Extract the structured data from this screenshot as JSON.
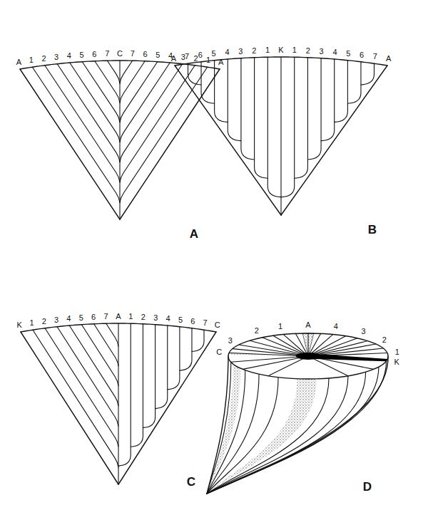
{
  "diagram": {
    "labels": [
      "A",
      "1",
      "2",
      "3",
      "4",
      "5",
      "6",
      "7",
      "C",
      "7",
      "6",
      "5",
      "4",
      "3",
      "2",
      "1",
      "A",
      "A",
      "A",
      "7",
      "6",
      "5",
      "4",
      "3",
      "2",
      "1",
      "K",
      "1",
      "2",
      "3",
      "4",
      "5",
      "6",
      "7",
      "A",
      "B",
      "K",
      "1",
      "2",
      "3",
      "4",
      "5",
      "6",
      "7",
      "A",
      "1",
      "2",
      "3",
      "4",
      "5",
      "6",
      "7",
      "C",
      "C",
      "C",
      "3",
      "2",
      "1",
      "A",
      "4",
      "3",
      "2",
      "1",
      "K",
      "D"
    ]
  }
}
